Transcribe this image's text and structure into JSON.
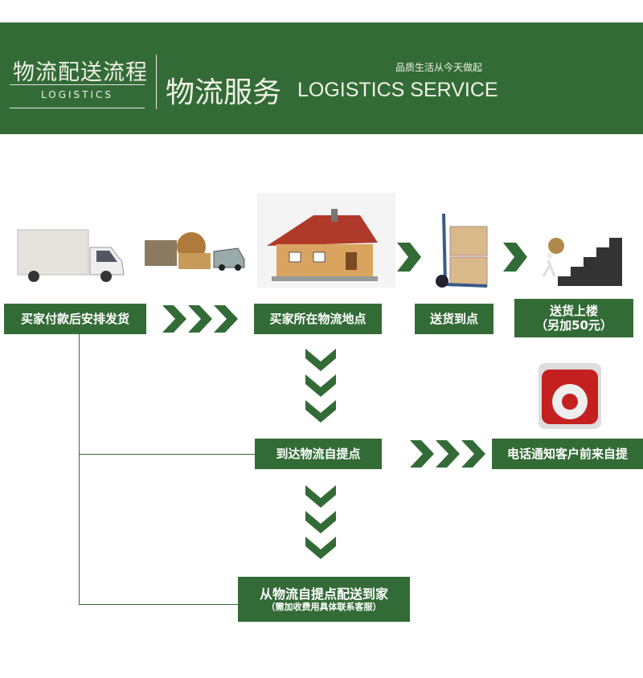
{
  "banner": {
    "left_title": "物流配送流程",
    "left_subtitle": "LOGISTICS",
    "main_title_cn": "物流服务",
    "main_title_en": "LOGISTICS SERVICE",
    "slogan": "品质生活从今天做起"
  },
  "steps": {
    "ship": "买家付款后安排发货",
    "local": "买家所在物流地点",
    "deliver_point": "送货到点",
    "upstairs": "送货上楼",
    "upstairs_fee": "（另加50元）",
    "pickup_point": "到达物流自提点",
    "notify": "电话通知客户前来自提",
    "home": "从物流自提点配送到家",
    "home_note": "（需加收费用具体联系客服）"
  },
  "colors": {
    "green": "#336b37"
  }
}
